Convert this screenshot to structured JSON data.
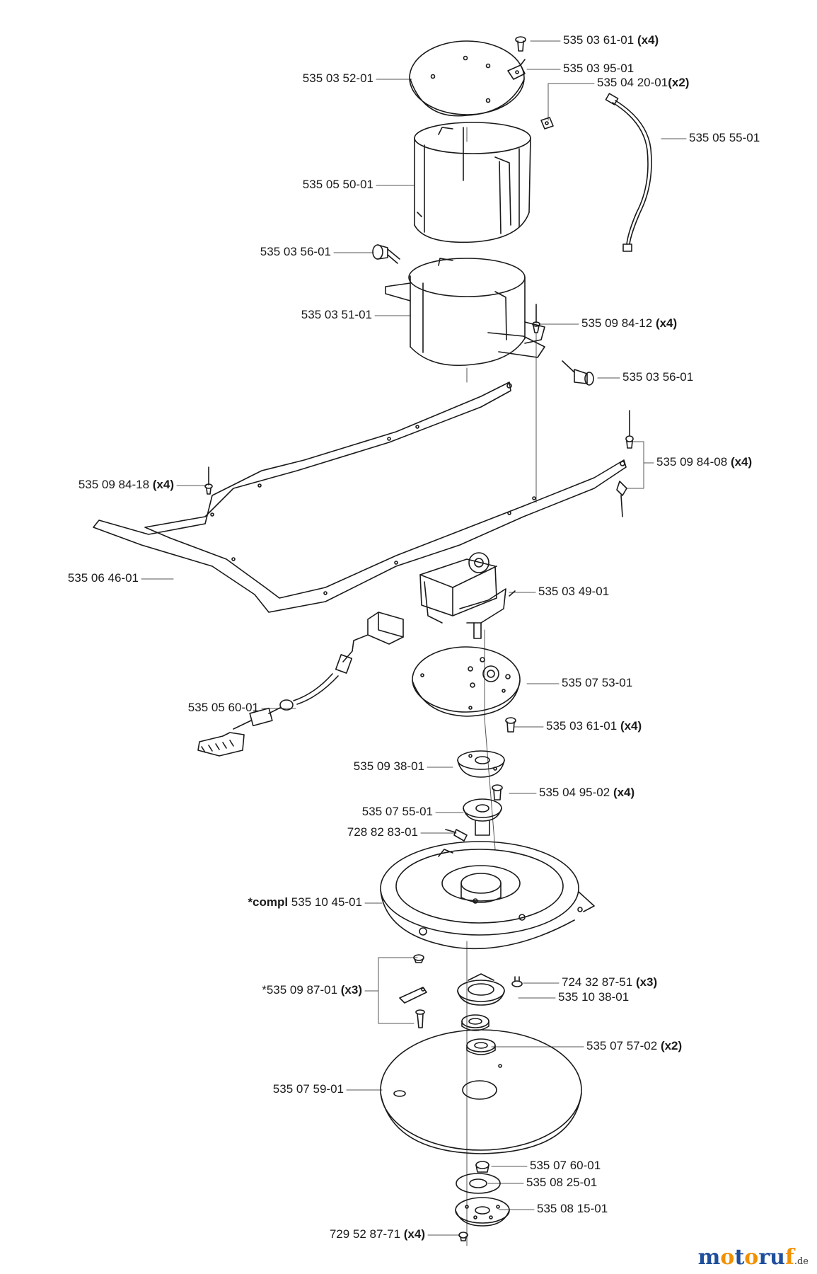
{
  "parts": [
    {
      "id": "p01",
      "number": "535 03 61-01",
      "qty": "(x4)"
    },
    {
      "id": "p02",
      "number": "535 03 95-01",
      "qty": ""
    },
    {
      "id": "p03",
      "number": "535 04 20-01",
      "qty": "(x2)"
    },
    {
      "id": "p04",
      "number": "535 03 52-01",
      "qty": ""
    },
    {
      "id": "p05",
      "number": "535 05 55-01",
      "qty": ""
    },
    {
      "id": "p06",
      "number": "535 05 50-01",
      "qty": ""
    },
    {
      "id": "p07",
      "number": "535 03 56-01",
      "qty": ""
    },
    {
      "id": "p08",
      "number": "535 03 51-01",
      "qty": ""
    },
    {
      "id": "p09",
      "number": "535 09 84-12",
      "qty": "(x4)"
    },
    {
      "id": "p10",
      "number": "535 03 56-01",
      "qty": ""
    },
    {
      "id": "p11",
      "number": "535 09 84-08",
      "qty": "(x4)"
    },
    {
      "id": "p12",
      "number": "535 09 84-18",
      "qty": "(x4)"
    },
    {
      "id": "p13",
      "number": "535 06 46-01",
      "qty": ""
    },
    {
      "id": "p14",
      "number": "535 03 49-01",
      "qty": ""
    },
    {
      "id": "p15",
      "number": "535 07 53-01",
      "qty": ""
    },
    {
      "id": "p16",
      "number": "535 05 60-01",
      "qty": ""
    },
    {
      "id": "p17",
      "number": "535 03 61-01",
      "qty": "(x4)"
    },
    {
      "id": "p18",
      "number": "535 09 38-01",
      "qty": ""
    },
    {
      "id": "p19",
      "number": "535 04 95-02",
      "qty": "(x4)"
    },
    {
      "id": "p20",
      "number": "535 07 55-01",
      "qty": ""
    },
    {
      "id": "p21",
      "number": "728 82 83-01",
      "qty": ""
    },
    {
      "id": "p22",
      "number": "535 10 45-01",
      "qty": "",
      "prefix": "*compl"
    },
    {
      "id": "p23",
      "number": "*535 09 87-01",
      "qty": "(x3)"
    },
    {
      "id": "p24",
      "number": "724 32 87-51",
      "qty": "(x3)"
    },
    {
      "id": "p25",
      "number": "535 10 38-01",
      "qty": ""
    },
    {
      "id": "p26",
      "number": "535 07 57-02",
      "qty": "(x2)"
    },
    {
      "id": "p27",
      "number": "535 07 59-01",
      "qty": ""
    },
    {
      "id": "p28",
      "number": "535 07 60-01",
      "qty": ""
    },
    {
      "id": "p29",
      "number": "535 08 25-01",
      "qty": ""
    },
    {
      "id": "p30",
      "number": "535 08 15-01",
      "qty": ""
    },
    {
      "id": "p31",
      "number": "729 52 87-71",
      "qty": "(x4)"
    }
  ],
  "brand": {
    "name": "motoruf",
    "tld": ".de",
    "color_blue": "#1f4f9c",
    "color_orange": "#f29100"
  }
}
